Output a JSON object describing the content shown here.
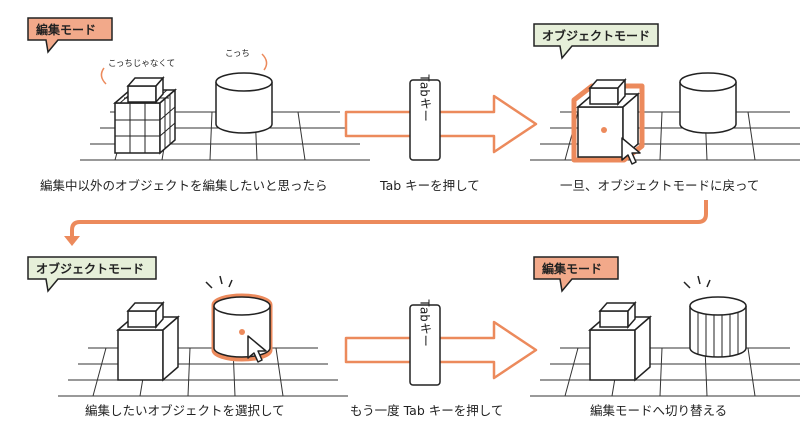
{
  "colors": {
    "accent": "#ec8a5c",
    "edit_bubble": "#f2a98a",
    "object_bubble": "#e6efd9",
    "ink": "#222222"
  },
  "panels": [
    {
      "mode_label": "編集モード",
      "note_left": "こっちじゃなくて",
      "note_right": "こっち",
      "caption": "編集中以外のオブジェクトを編集したいと思ったら"
    },
    {
      "key_label": "Tabキー",
      "caption": "Tab キーを押して"
    },
    {
      "mode_label": "オブジェクトモード",
      "caption": "一旦、オブジェクトモードに戻って"
    },
    {
      "mode_label": "オブジェクトモード",
      "caption": "編集したいオブジェクトを選択して"
    },
    {
      "key_label": "Tabキー",
      "caption": "もう一度 Tab キーを押して"
    },
    {
      "mode_label": "編集モード",
      "caption": "編集モードへ切り替える"
    }
  ],
  "icons": [
    "cursor-arrow-icon",
    "right-arrow-icon",
    "return-arrow-icon"
  ]
}
